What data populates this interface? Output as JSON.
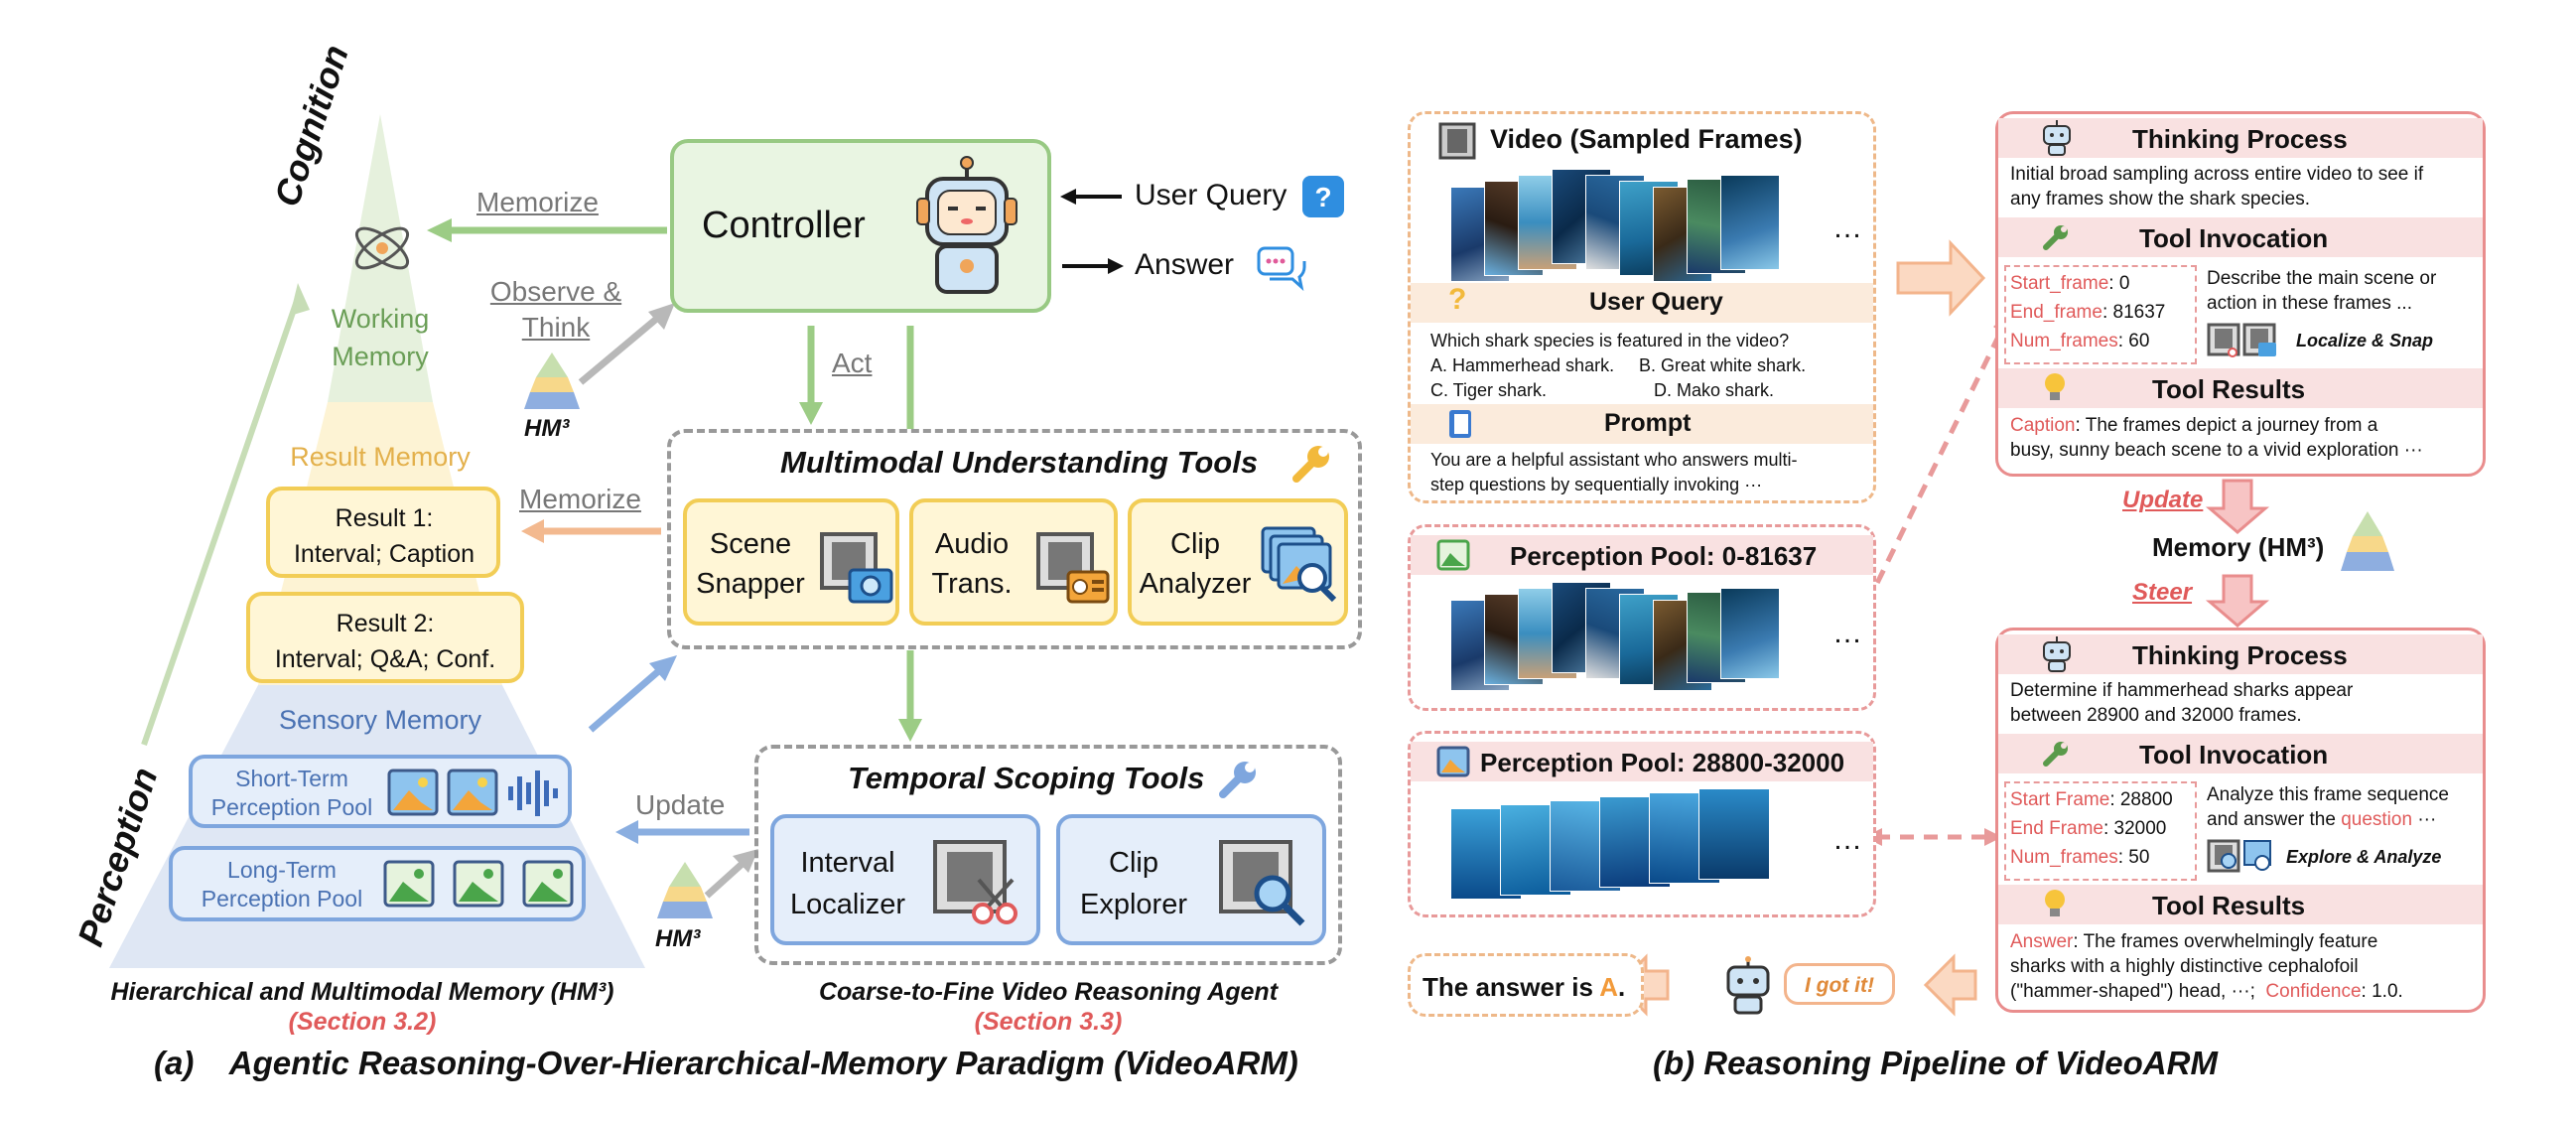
{
  "panel_a": {
    "caption": "(a)    Agentic Reasoning-Over-Hierarchical-Memory Paradigm (VideoARM)",
    "pyramid": {
      "axis_cognition": "Cognition",
      "axis_perception": "Perception",
      "working_memory": "Working\nMemory",
      "result_memory": "Result Memory",
      "result1": "Result 1:\nInterval;  Caption",
      "result2": "Result 2:\nInterval; Q&A; Conf.",
      "sensory_memory": "Sensory Memory",
      "short_term": "Short-Term\nPerception Pool",
      "long_term": "Long-Term\nPerception Pool",
      "title": "Hierarchical and Multimodal Memory (HM³)",
      "section": "(Section 3.2)"
    },
    "arrows": {
      "memorize_top": "Memorize",
      "observe_think": "Observe &\nThink",
      "hm3": "HM³",
      "memorize_mid": "Memorize",
      "act": "Act",
      "update": "Update"
    },
    "controller": {
      "label": "Controller",
      "user_query": "User Query",
      "answer": "Answer"
    },
    "mm_tools": {
      "title": "Multimodal Understanding Tools",
      "scene": "Scene\nSnapper",
      "audio": "Audio\nTrans.",
      "clip": "Clip\nAnalyzer"
    },
    "ts_tools": {
      "title": "Temporal Scoping Tools",
      "interval": "Interval\nLocalizer",
      "explorer": "Clip\nExplorer"
    },
    "agent_title": "Coarse-to-Fine Video Reasoning Agent",
    "agent_section": "(Section 3.3)"
  },
  "panel_b": {
    "caption": "(b) Reasoning Pipeline of VideoARM",
    "video_title": "Video (Sampled Frames)",
    "ellipsis": "…",
    "user_query_title": "User Query",
    "query_text": "Which shark species is featured in the video?",
    "option_a": "A. Hammerhead shark.",
    "option_b": "B. Great white shark.",
    "option_c": "C. Tiger shark.",
    "option_d": "D. Mako shark.",
    "prompt_title": "Prompt",
    "prompt_text1": "You are a helpful assistant who answers multi-",
    "prompt_text2": "step questions by sequentially invoking ···",
    "pool1_title": "Perception Pool: 0-81637",
    "pool2_title": "Perception Pool: 28800-32000",
    "answer_pre": "The answer is ",
    "answer_letter": "A",
    "answer_post": ".",
    "got_it": "I got it!",
    "update": "Update",
    "memory": "Memory (HM³)",
    "steer": "Steer",
    "step1": {
      "thinking_title": "Thinking Process",
      "thinking1": "Initial broad sampling across entire video to see if",
      "thinking2": "any frames show the shark species.",
      "tool_title": "Tool Invocation",
      "p1k": "Start_frame",
      "p1v": ": 0",
      "p2k": "End_frame",
      "p2v": ":  81637",
      "p3k": "Num_frames",
      "p3v": ": 60",
      "desc1": "Describe the main scene or",
      "desc2": "action in these frames  ...",
      "tool_name": "Localize & Snap",
      "results_title": "Tool Results",
      "result_key": "Caption",
      "result1": ": The frames depict a journey from a",
      "result2": "busy, sunny beach scene to a vivid exploration ···"
    },
    "step2": {
      "thinking_title": "Thinking Process",
      "thinking1": "Determine if hammerhead sharks appear",
      "thinking2": "between 28900 and 32000 frames.",
      "tool_title": "Tool Invocation",
      "p1k": "Start Frame",
      "p1v": ":  28800",
      "p2k": "End Frame",
      "p2v": ":   32000",
      "p3k": "Num_frames",
      "p3v": ": 50",
      "desc1": "Analyze this frame sequence",
      "desc2a": "and answer the ",
      "desc2b": "question",
      "desc2c": " ···",
      "tool_name": "Explore & Analyze",
      "results_title": "Tool Results",
      "result_key": "Answer",
      "result1": ": The frames overwhelmingly feature",
      "result2": "sharks with a highly distinctive cephalofoil",
      "result3": "(\"hammer-shaped\") head, ···;  ",
      "conf_key": "Confidence",
      "conf_val": ": 1.0."
    }
  },
  "colors": {
    "green": "#8cc87a",
    "yellow": "#f2cd56",
    "blue": "#7ea6de",
    "red_accent": "#e05a5a",
    "orange_arrow": "#f6c7a6"
  }
}
